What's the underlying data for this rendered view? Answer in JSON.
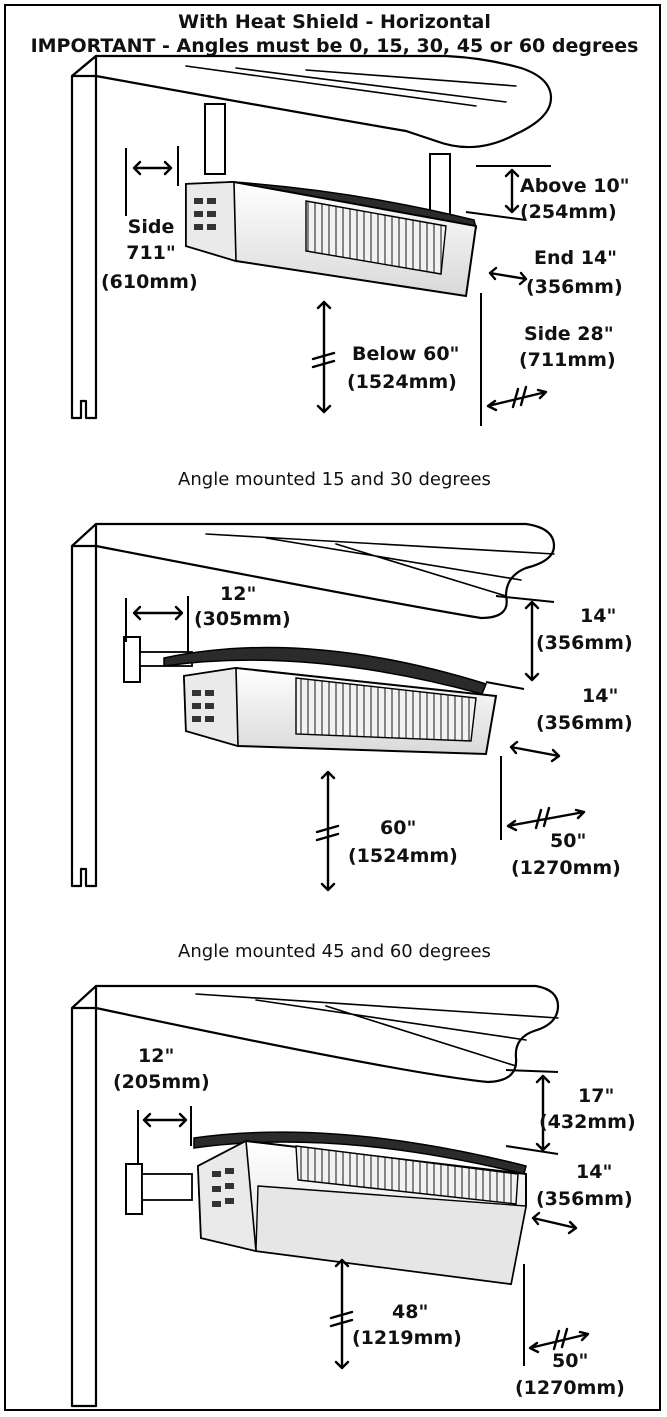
{
  "header": {
    "title": "With Heat Shield - Horizontal",
    "warning": "IMPORTANT - Angles must be 0, 15, 30, 45 or 60 degrees"
  },
  "sections": [
    {
      "heading": "",
      "labels": {
        "side_left": "Side",
        "side_left_in": "711\"",
        "side_left_mm": "(610mm)",
        "above": "Above 10\"",
        "above_mm": "(254mm)",
        "end": "End 14\"",
        "end_mm": "(356mm)",
        "side_right": "Side 28\"",
        "side_right_mm": "(711mm)",
        "below": "Below 60\"",
        "below_mm": "(1524mm)"
      }
    },
    {
      "heading": "Angle mounted 15 and 30 degrees",
      "labels": {
        "side_in": "12\"",
        "side_mm": "(305mm)",
        "above_in": "14\"",
        "above_mm": "(356mm)",
        "end_in": "14\"",
        "end_mm": "(356mm)",
        "below_in": "60\"",
        "below_mm": "(1524mm)",
        "side_right_in": "50\"",
        "side_right_mm": "(1270mm)"
      }
    },
    {
      "heading": "Angle mounted 45 and 60 degrees",
      "labels": {
        "side_in": "12\"",
        "side_mm": "(205mm)",
        "above_in": "17\"",
        "above_mm": "(432mm)",
        "end_in": "14\"",
        "end_mm": "(356mm)",
        "below_in": "48\"",
        "below_mm": "(1219mm)",
        "side_right_in": "50\"",
        "side_right_mm": "(1270mm)"
      }
    }
  ],
  "colors": {
    "wood_light": "#fdf3e8",
    "wood_mid": "#f6c78e",
    "wood_dark": "#eda65c",
    "outline": "#000000",
    "shield": "#2a2a2a",
    "heater_body": "#f4f4f4"
  }
}
